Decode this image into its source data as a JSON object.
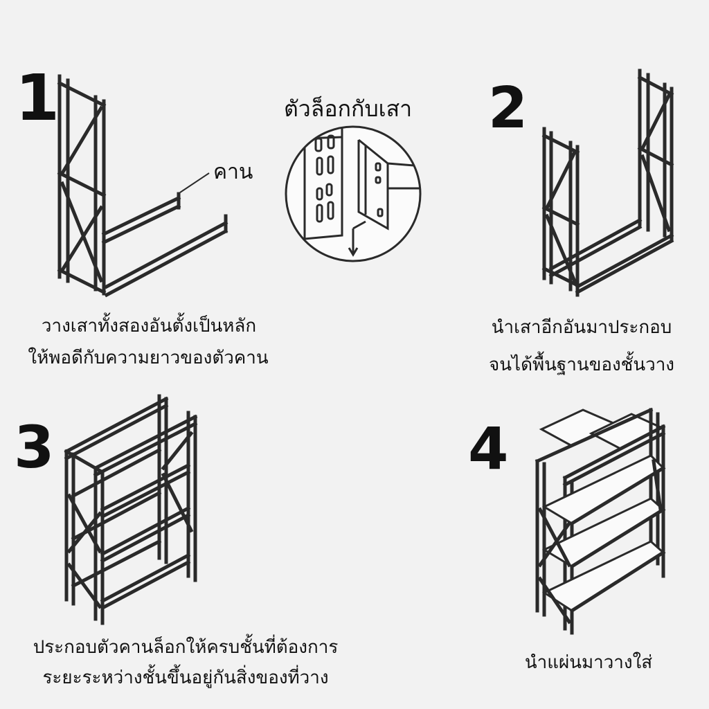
{
  "step1": {
    "number": "1",
    "beam_label": "คาน",
    "caption_line1": "วางเสาทั้งสองอันตั้งเป็นหลัก",
    "caption_line2": "ให้พอดีกับความยาวของตัวคาน"
  },
  "lock": {
    "title": "ตัวล็อกกับเสา"
  },
  "step2": {
    "number": "2",
    "caption_line1": "นำเสาอีกอันมาประกอบ",
    "caption_line2": "จนได้พื้นฐานของชั้นวาง"
  },
  "step3": {
    "number": "3",
    "caption_line1": "ประกอบตัวคานล็อกให้ครบชั้นที่ต้องการ",
    "caption_line2": "ระยะระหว่างชั้นขึ้นอยู่กันสิ่งของที่วาง"
  },
  "step4": {
    "number": "4",
    "caption_line1": "นำแผ่นมาวางใส่"
  },
  "colors": {
    "background": "#f2f2f2",
    "ink": "#111111",
    "steel": "#2a2a2a"
  }
}
